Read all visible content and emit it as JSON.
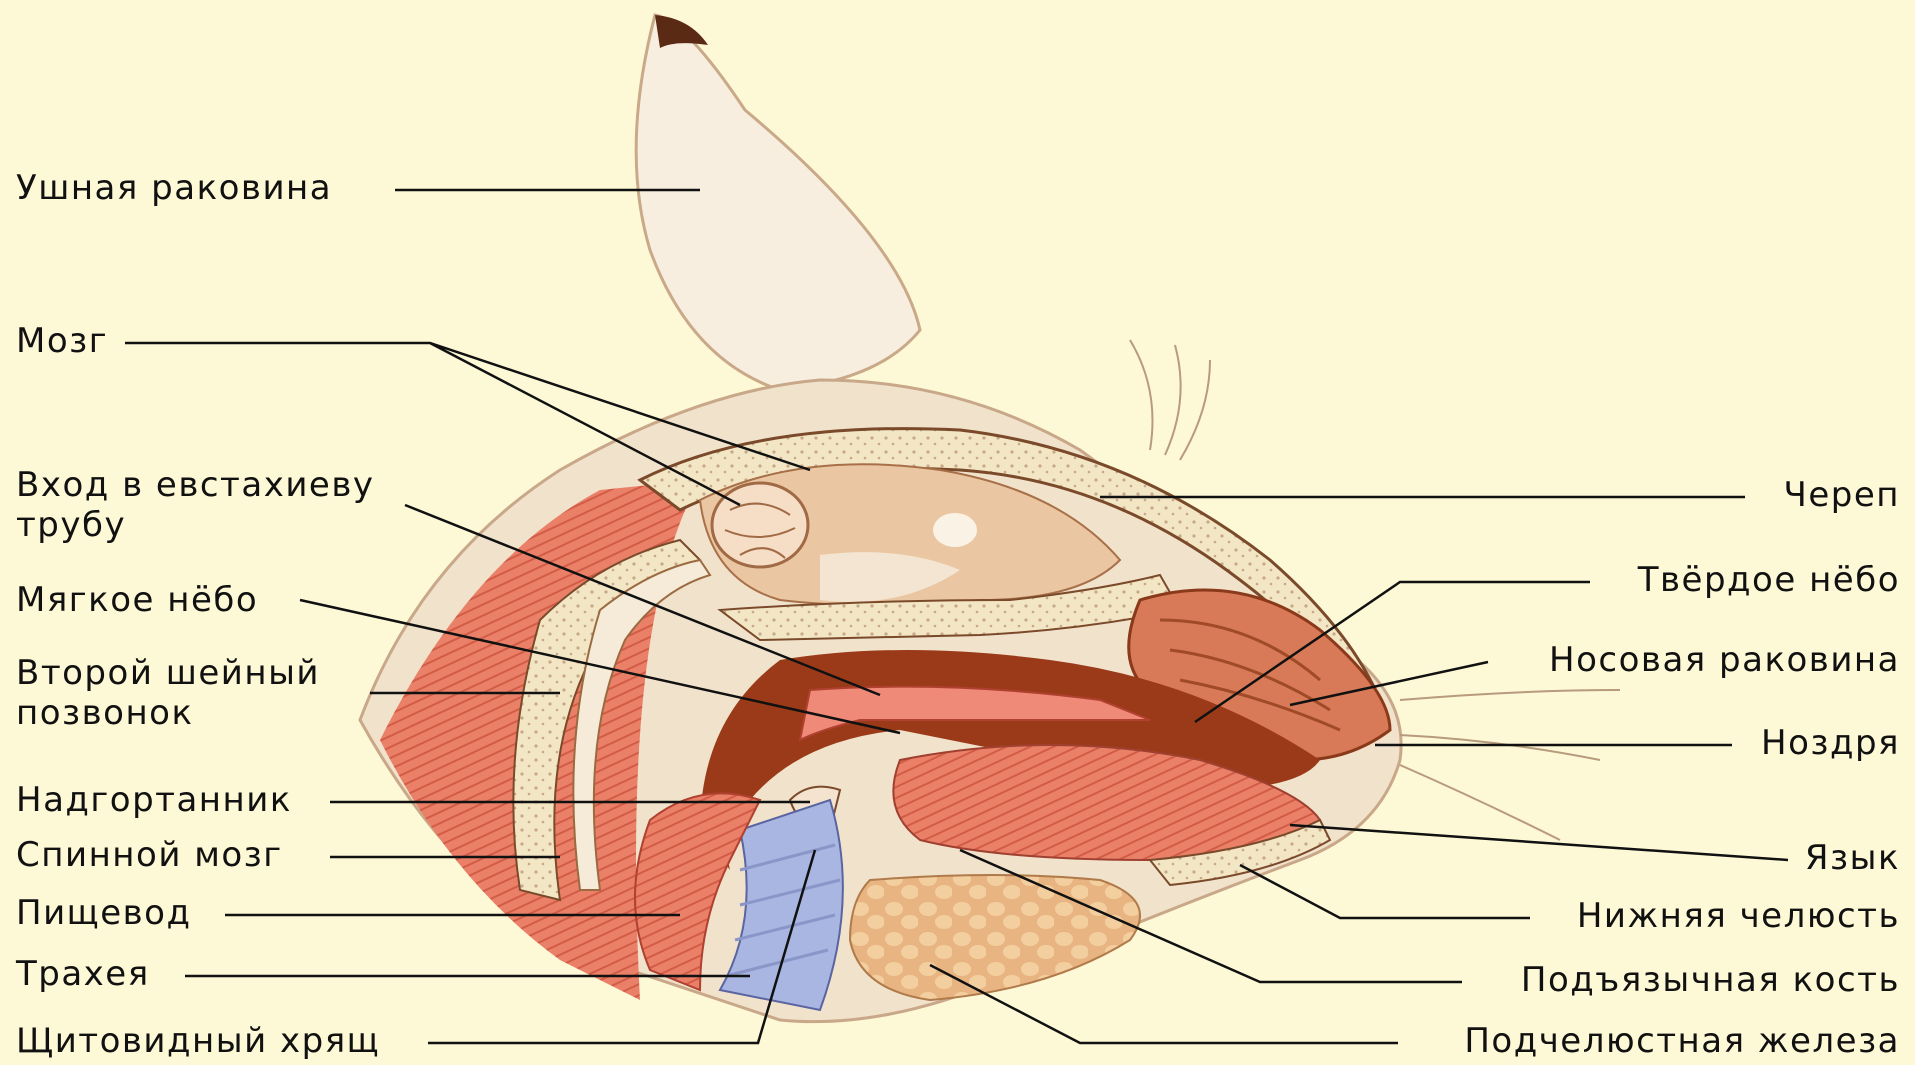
{
  "diagram": {
    "left_labels": {
      "ear": "Ушная раковина",
      "brain": "Мозг",
      "eustachian": "Вход в евстахиеву трубу",
      "soft_palate": "Мягкое нёбо",
      "vertebra": "Второй шейный позвонок",
      "epiglottis": "Надгортанник",
      "spinal_cord": "Спинной мозг",
      "esophagus": "Пищевод",
      "trachea": "Трахея",
      "thyroid": "Щитовидный хрящ"
    },
    "right_labels": {
      "skull": "Череп",
      "hard_palate": "Твёрдое нёбо",
      "nasal_concha": "Носовая раковина",
      "nostril": "Ноздря",
      "tongue": "Язык",
      "jaw": "Нижняя челюсть",
      "hyoid": "Подъязычная кость",
      "gland": "Подчелюстная железа"
    },
    "colors": {
      "background": "#fdf8d6",
      "fur": "#f2e4cf",
      "bone": "#f4e8c8",
      "muscle": "#e87a64",
      "brain": "#e9c4a0",
      "cavity": "#9a3a18",
      "trachea": "#a9b6e2",
      "leader_line": "#111111"
    }
  }
}
